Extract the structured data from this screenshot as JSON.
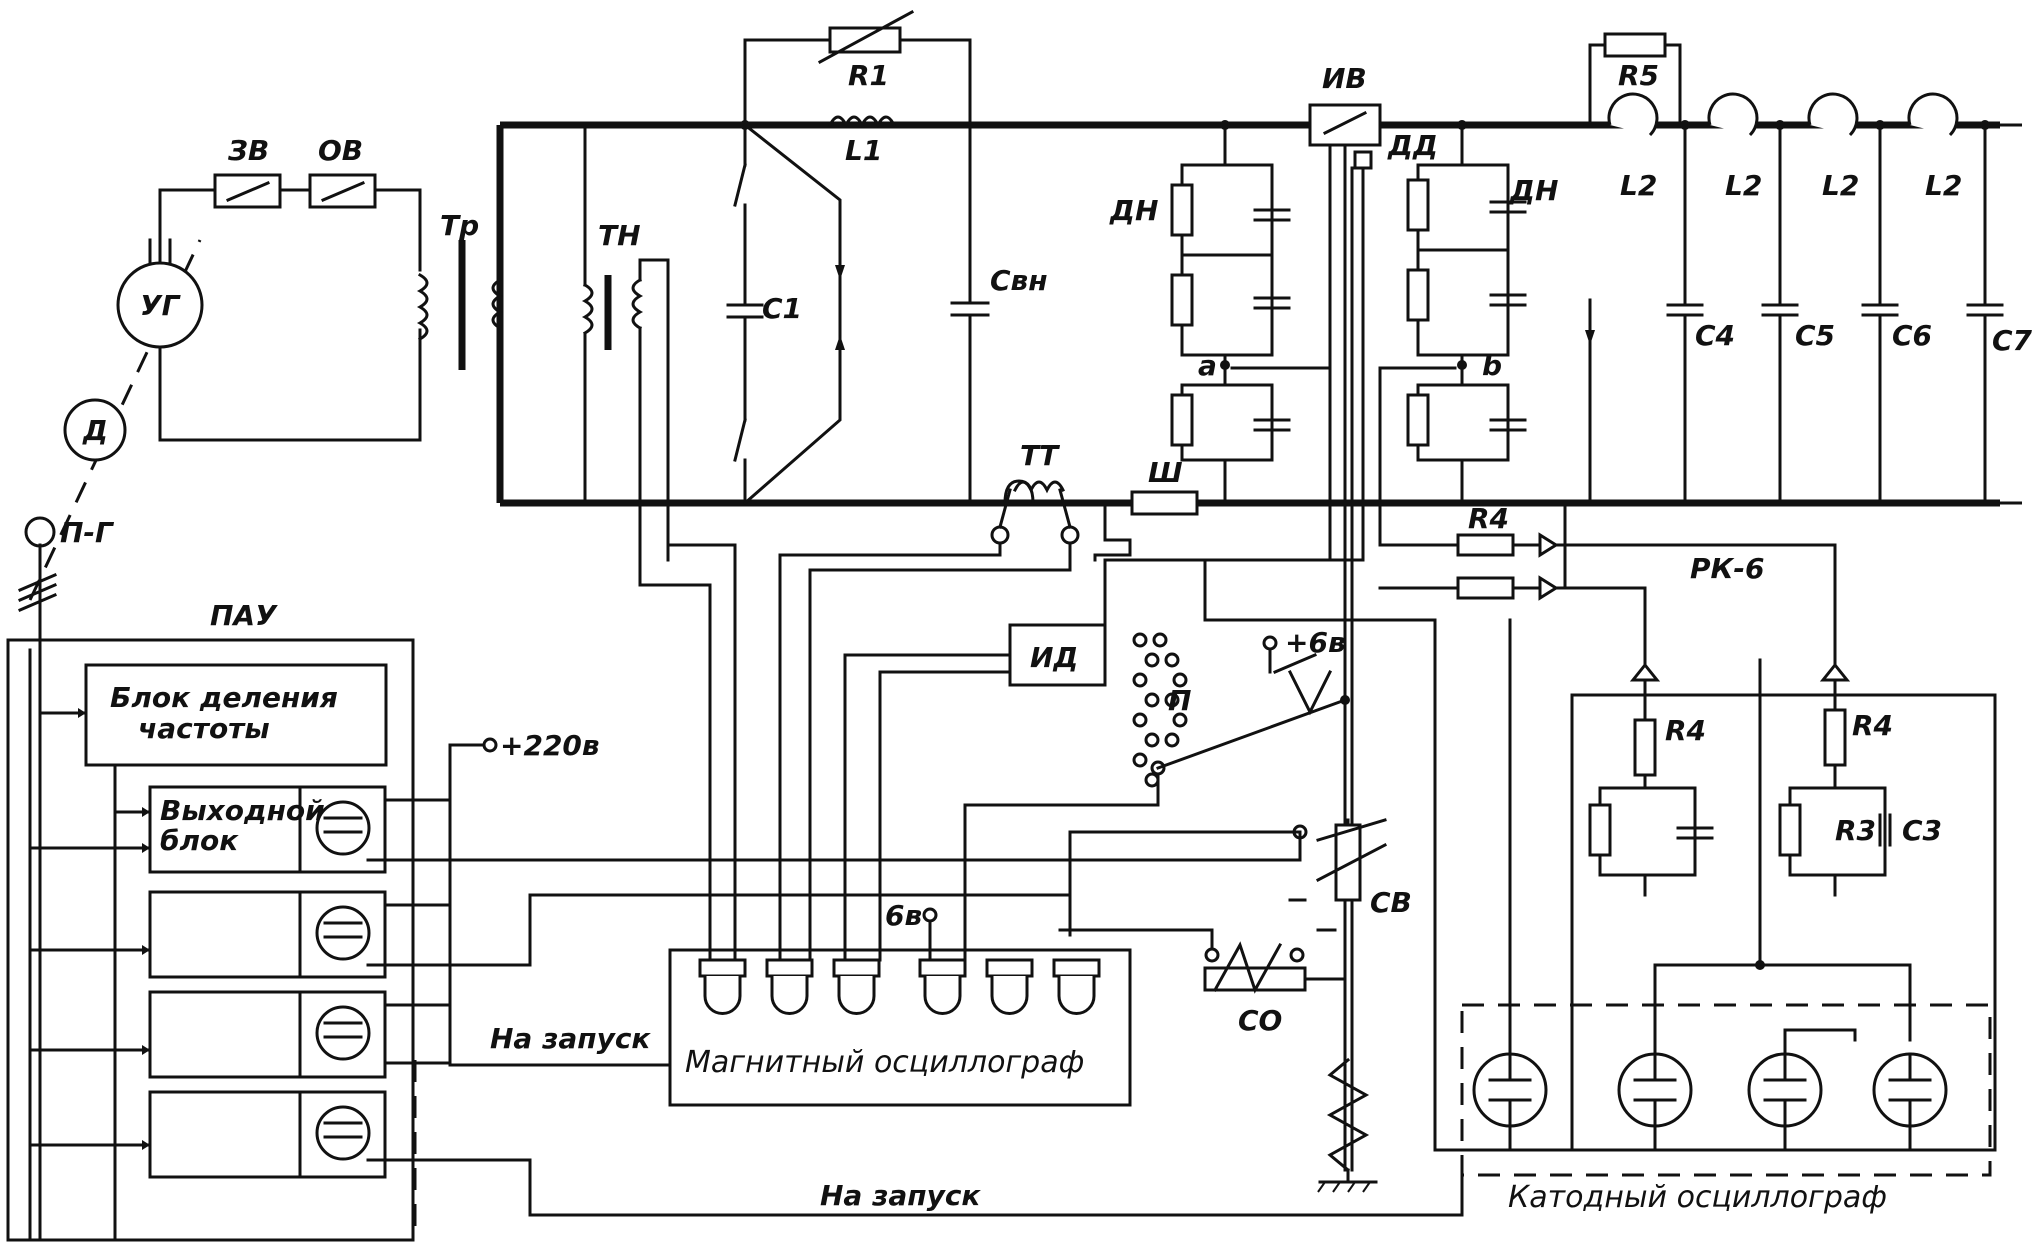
{
  "labels": {
    "zv": "ЗВ",
    "ov": "ОВ",
    "ug": "УГ",
    "d": "Д",
    "pg": "П-Г",
    "tr": "Тр",
    "tn": "ТН",
    "r1": "R1",
    "l1": "L1",
    "c1": "C1",
    "cvn": "Cвн",
    "iv": "ИВ",
    "dd": "ДД",
    "dn_left": "ДН",
    "dn_right": "ДН",
    "a": "a",
    "b": "b",
    "tt": "ТТ",
    "sh": "Ш",
    "id": "ИД",
    "p": "П",
    "plus6v": "+6в",
    "r5": "R5",
    "l2a": "L2",
    "l2b": "L2",
    "l2c": "L2",
    "l2d": "L2",
    "c4": "C4",
    "c5": "C5",
    "c6": "C6",
    "c7": "C7",
    "r4_top": "R4",
    "rk6": "РК-6",
    "r4_left": "R4",
    "r4_right": "R4",
    "r3": "R3",
    "c3": "C3",
    "pau": "ПАУ",
    "freq_block_l1": "Блок деления",
    "freq_block_l2": "частоты",
    "out_block_l1": "Выходной",
    "out_block_l2": "блок",
    "plus220v": "+220в",
    "v6": "6в",
    "sv": "СВ",
    "so": "СО",
    "na_zapusk_1": "На запуск",
    "na_zapusk_2": "На  запуск",
    "mag_osc": "Магнитный  осциллограф",
    "cath_osc": "Катодный  осциллограф"
  }
}
